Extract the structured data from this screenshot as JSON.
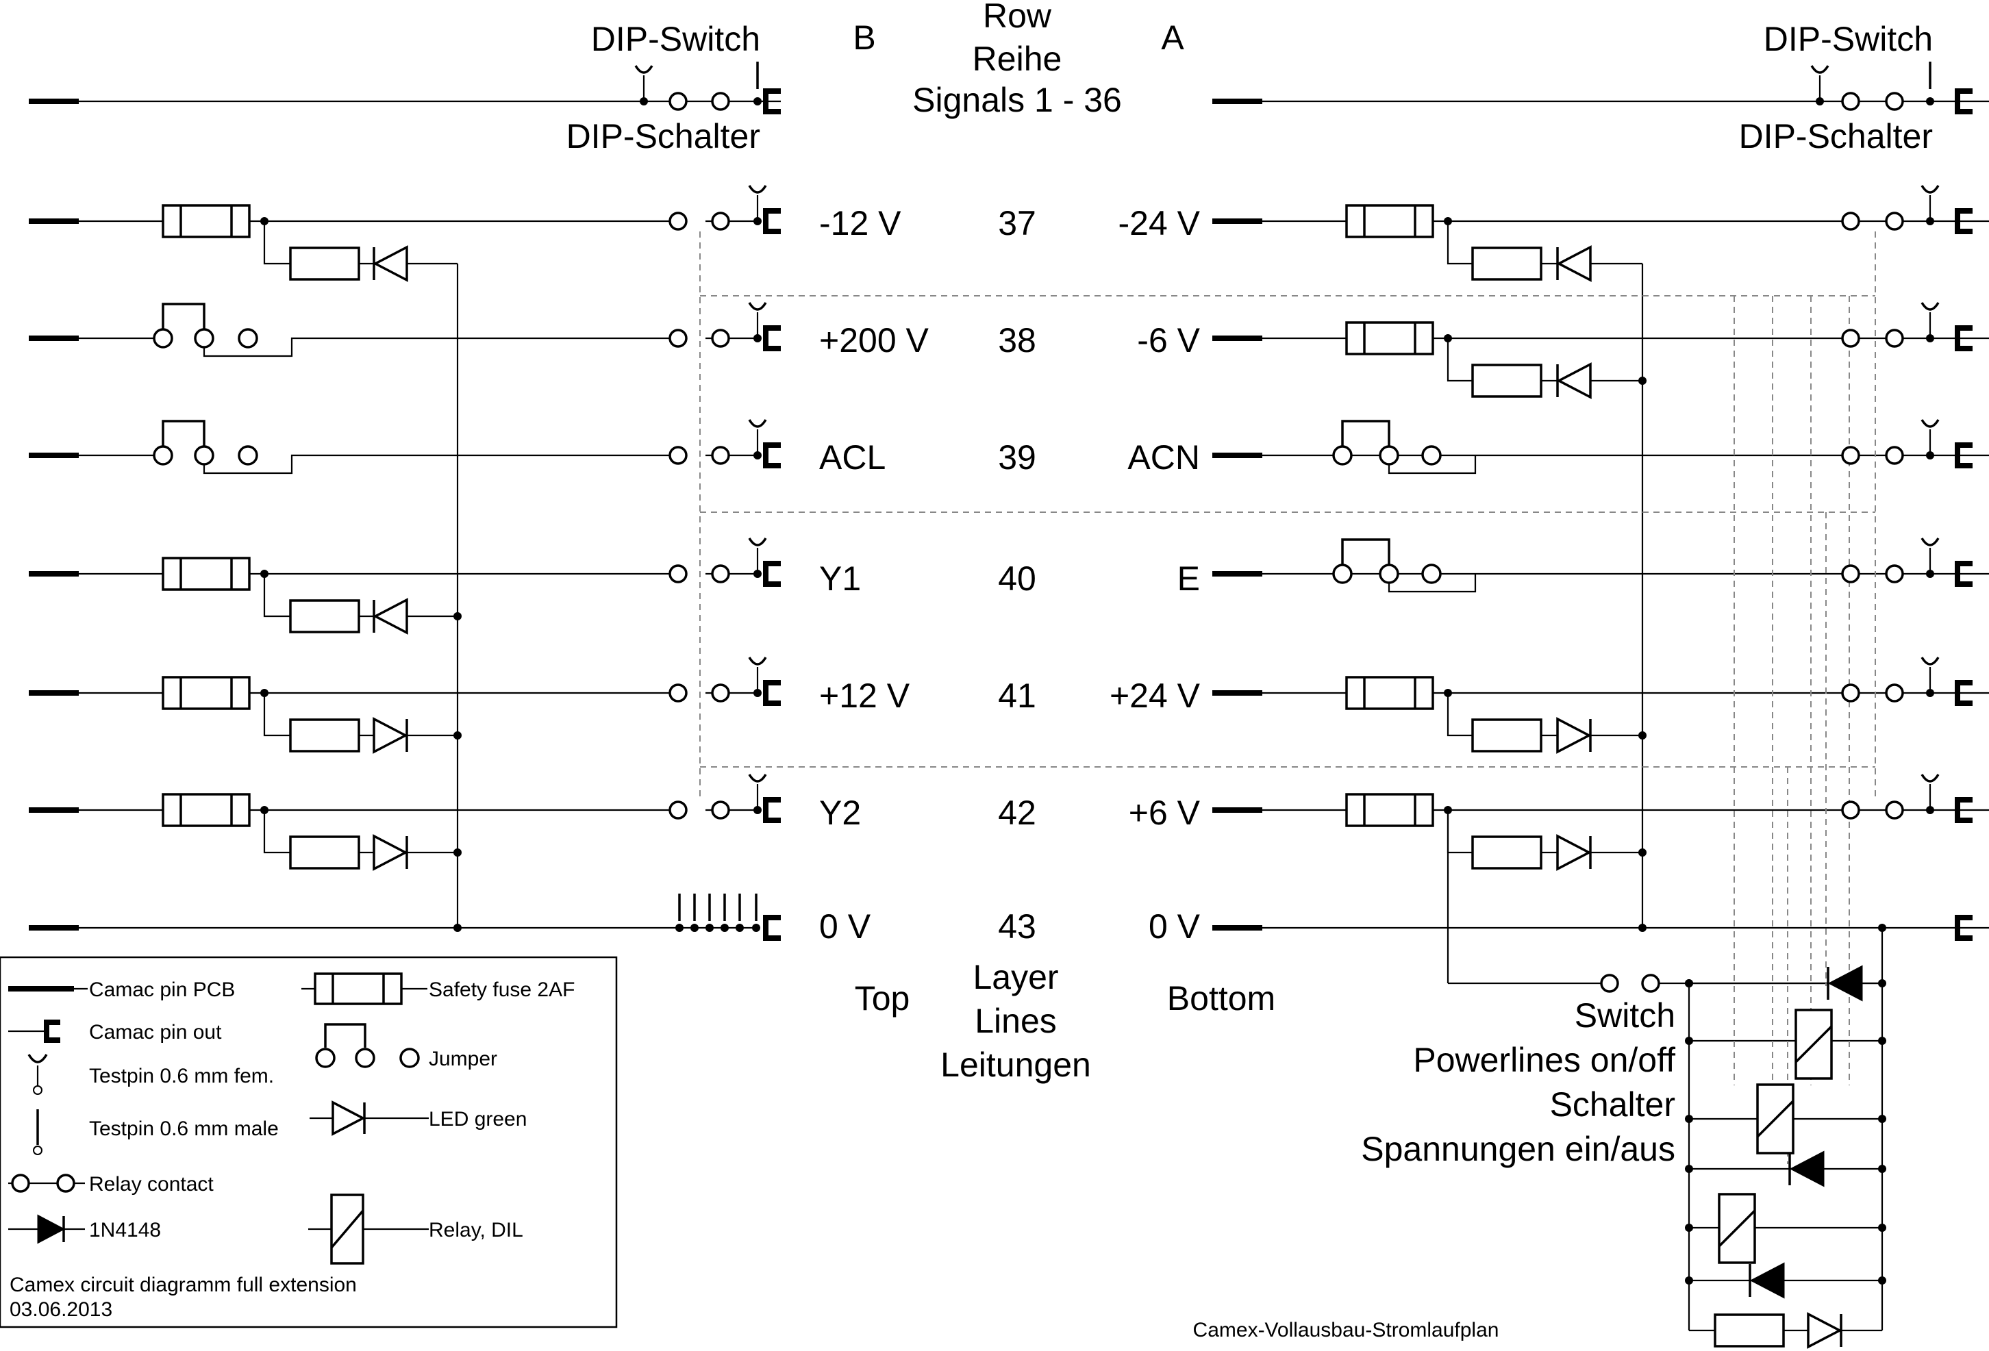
{
  "header": {
    "row_label_en": "Row",
    "row_label_de": "Reihe",
    "signals": "Signals 1 - 36",
    "side_b": "B",
    "side_a": "A",
    "dip_switch_en": "DIP-Switch",
    "dip_switch_de": "DIP-Schalter"
  },
  "rows": [
    {
      "number": "37",
      "left": "-12 V",
      "right": "-24 V"
    },
    {
      "number": "38",
      "left": "+200 V",
      "right": "-6 V"
    },
    {
      "number": "39",
      "left": "ACL",
      "right": "ACN"
    },
    {
      "number": "40",
      "left": "Y1",
      "right": "E"
    },
    {
      "number": "41",
      "left": "+12 V",
      "right": "+24 V"
    },
    {
      "number": "42",
      "left": "Y2",
      "right": "+6 V"
    },
    {
      "number": "43",
      "left": "0 V",
      "right": "0 V"
    }
  ],
  "layer": {
    "top": "Top",
    "bottom": "Bottom",
    "layer": "Layer",
    "lines": "Lines",
    "leitungen": "Leitungen"
  },
  "switch_caption": [
    "Switch",
    "Powerlines on/off",
    "Schalter",
    "Spannungen ein/aus"
  ],
  "legend": {
    "camac_pin_pcb": "Camac pin PCB",
    "camac_pin_out": "Camac pin out",
    "testpin_female": "Testpin 0.6 mm fem.",
    "testpin_male": "Testpin 0.6 mm male",
    "relay_contact": "Relay contact",
    "diode": "1N4148",
    "safety_fuse": "Safety fuse 2AF",
    "jumper": "Jumper",
    "led_green": "LED green",
    "relay_dil": "Relay, DIL",
    "title": "Camex circuit diagramm full extension",
    "date": "03.06.2013"
  },
  "footer": "Camex-Vollausbau-Stromlaufplan"
}
